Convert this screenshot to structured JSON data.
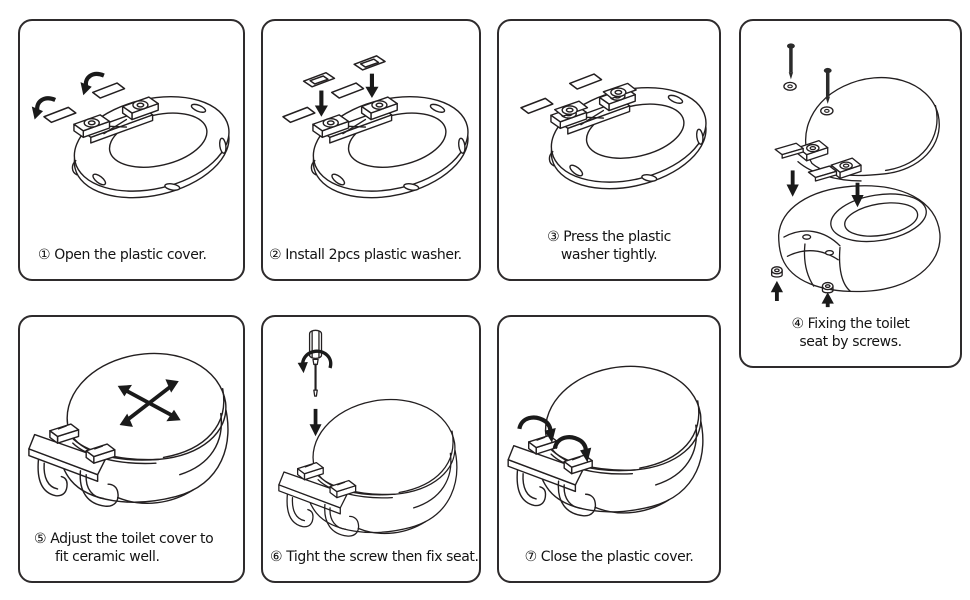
{
  "page": {
    "background": "#ffffff",
    "line_color": "#231f20",
    "text_color": "#141414",
    "arrow_color": "#1a1a1a"
  },
  "panels": [
    {
      "step": 1,
      "caption_lines": [
        "① Open the plastic cover."
      ],
      "illustration": "toilet-seat-ring-with-open-hinge-covers"
    },
    {
      "step": 2,
      "caption_lines": [
        "② Install 2pcs plastic washer."
      ],
      "illustration": "toilet-seat-ring-with-washers-above-hinges"
    },
    {
      "step": 3,
      "caption_lines": [
        "③ Press the plastic",
        "washer tightly."
      ],
      "illustration": "toilet-seat-ring-with-washers-pressed"
    },
    {
      "step": 4,
      "caption_lines": [
        "④ Fixing the toilet",
        "seat by screws."
      ],
      "illustration": "seat-fixed-to-bowl-with-screws-and-nuts"
    },
    {
      "step": 5,
      "caption_lines": [
        "⑤ Adjust the toilet cover to",
        "fit ceramic well."
      ],
      "illustration": "closed-toilet-with-adjustment-cross-arrows"
    },
    {
      "step": 6,
      "caption_lines": [
        "⑥ Tight the screw then fix seat."
      ],
      "illustration": "closed-toilet-with-screwdriver"
    },
    {
      "step": 7,
      "caption_lines": [
        "⑦ Close the plastic cover."
      ],
      "illustration": "closed-toilet-with-closing-cover-arrows"
    }
  ]
}
